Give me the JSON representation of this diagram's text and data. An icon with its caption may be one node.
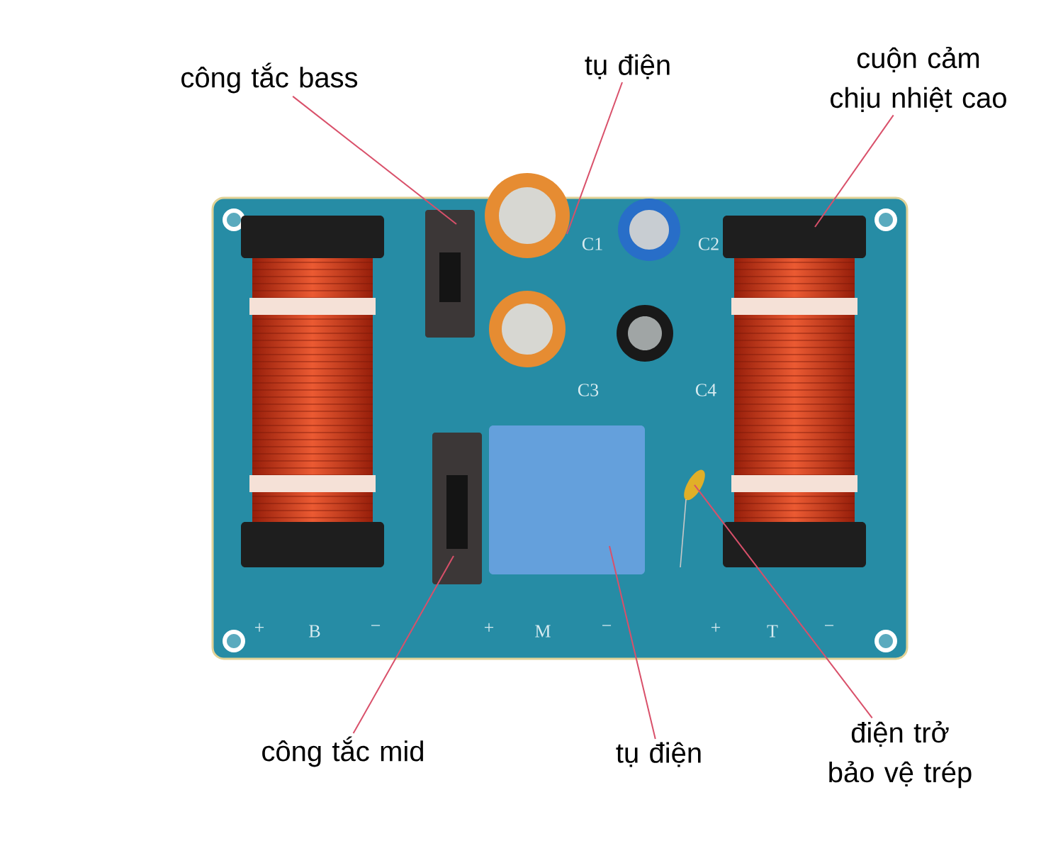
{
  "diagram": {
    "nodes": [
      {
        "text": [],
        "shape": "picture"
      },
      {
        "text": [
          "công tắc bass"
        ]
      },
      {
        "text": [
          "tụ điện"
        ]
      },
      {
        "text": [
          "cuộn cảm chịu nhiệt cao"
        ]
      },
      {
        "text": [
          "công tắc mid"
        ]
      },
      {
        "text": [
          "tụ điện"
        ]
      },
      {
        "text": [
          "điện trở bảo vệ trép"
        ]
      }
    ],
    "edges": [
      {
        "from": 1,
        "to": 0,
        "arrow": "none"
      },
      {
        "from": 2,
        "to": 0,
        "arrow": "none"
      },
      {
        "from": 3,
        "to": 0,
        "arrow": "none"
      },
      {
        "from": 4,
        "to": 0,
        "arrow": "none"
      },
      {
        "from": 5,
        "to": 0,
        "arrow": "none"
      },
      {
        "from": 6,
        "to": 0,
        "arrow": "none"
      }
    ],
    "labels": [
      "C1",
      "C2",
      "C3",
      "C4",
      "+",
      "B",
      "−",
      "+",
      "M",
      "−",
      "+",
      "T",
      "−"
    ]
  }
}
